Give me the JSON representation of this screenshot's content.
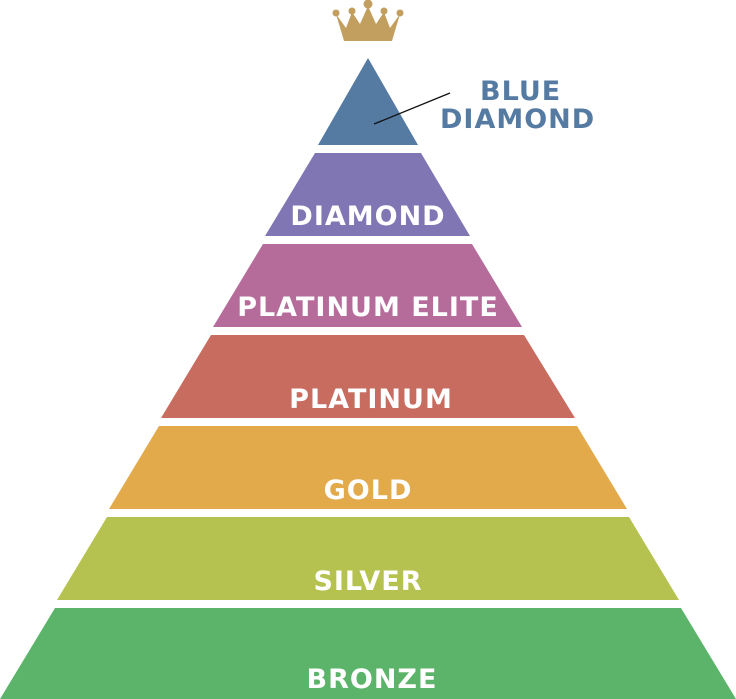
{
  "title": "Membership tier pyramid",
  "crown_icon": "crown-icon",
  "tiers": [
    {
      "label": "BLUE",
      "label2": "DIAMOND",
      "color": "#557ba3"
    },
    {
      "label": "DIAMOND",
      "color": "#8176b4"
    },
    {
      "label": "PLATINUM ELITE",
      "color": "#b56c9b"
    },
    {
      "label": "PLATINUM",
      "color": "#c76c5f"
    },
    {
      "label": "GOLD",
      "color": "#e2aa4a"
    },
    {
      "label": "SILVER",
      "color": "#b5c24f"
    },
    {
      "label": "BRONZE",
      "color": "#5cb46a"
    }
  ],
  "crown_color": "#c29f5e"
}
